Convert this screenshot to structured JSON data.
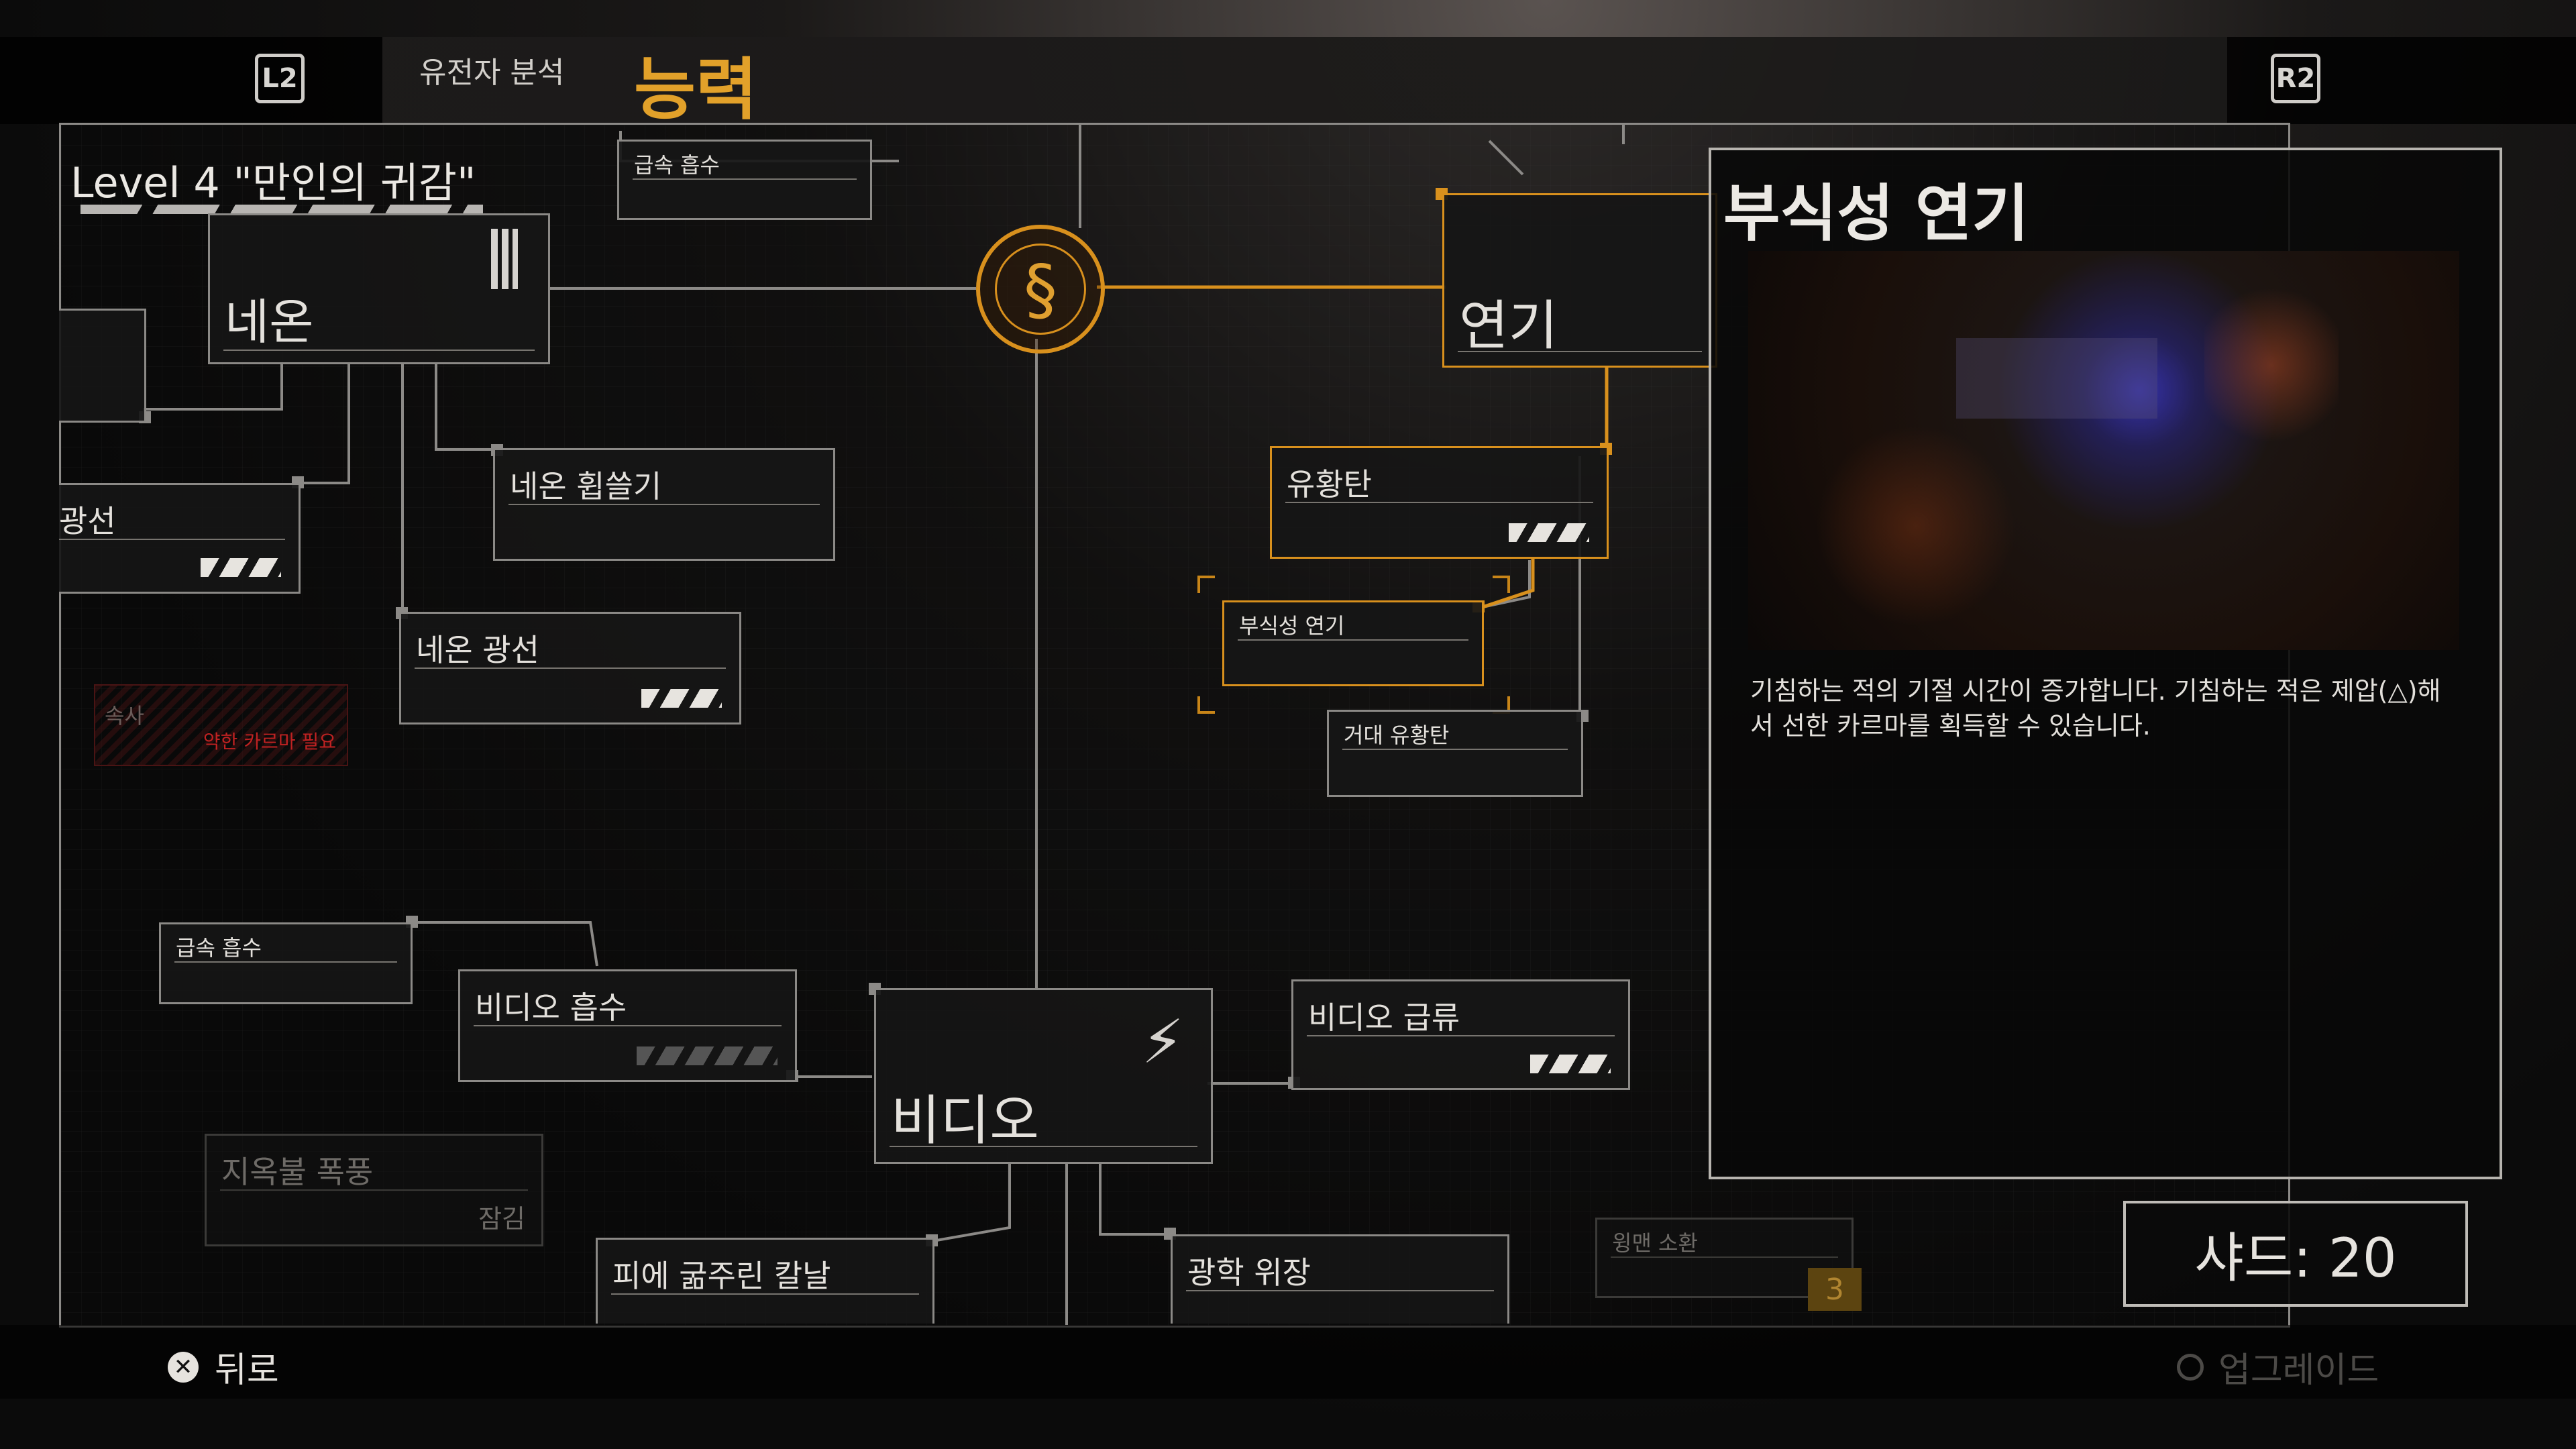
{
  "header": {
    "left_button": "L2",
    "right_button": "R2",
    "tab_genetic": "유전자 분석",
    "tab_abilities": "능력"
  },
  "level_title": "Level 4 \"만인의 귀감\"",
  "tree": {
    "neon": "네온",
    "neon_sweep": "네온 휩쓸기",
    "neon_beam": "네온 광선",
    "beam_cut": "광선",
    "fast_absorb_top": "급속 흡수",
    "fast_absorb_left": "급속 흡수",
    "locked_cut": "속사",
    "warn_text": "약한 카르마 필요",
    "video_absorb": "비디오 흡수",
    "video": "비디오",
    "video_surge": "비디오 급류",
    "hellfire": "지옥불 폭풍",
    "hellfire_locked": "잠김",
    "blood_blade": "피에 굶주린 칼날",
    "optic_camo": "광학 위장",
    "orbital": "윙맨 소환",
    "orbital_badge": "3",
    "smoke": "연기",
    "sulfur": "유황탄",
    "corrosive": "부식성 연기",
    "giant_sulfur": "거대 유황탄"
  },
  "detail": {
    "title": "부식성 연기",
    "description": "기침하는 적의 기절 시간이 증가합니다. 기침하는 적은 제압(△)해서 선한 카르마를 획득할 수 있습니다."
  },
  "shards": "샤드: 20",
  "footer": {
    "back": "뒤로",
    "upgrade": "업그레이드"
  },
  "colors": {
    "accent": "#e2a12a",
    "node_border": "#8b8986",
    "warning": "#c02222"
  }
}
